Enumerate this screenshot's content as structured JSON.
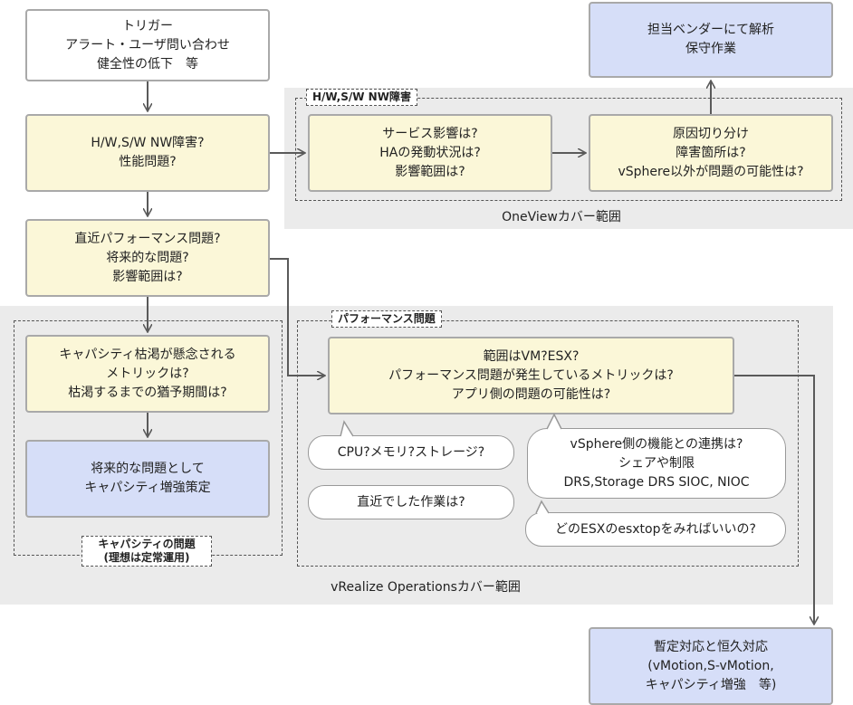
{
  "regions": {
    "oneview": {
      "tag": "H/W,S/W NW障害",
      "caption": "OneViewカバー範囲"
    },
    "vrops": {
      "caption": "vRealize Operationsカバー範囲"
    },
    "capacity": {
      "tag_lines": [
        "キャパシティの問題",
        "(理想は定常運用)"
      ]
    },
    "performance": {
      "tag": "パフォーマンス問題"
    }
  },
  "boxes": {
    "trigger": [
      "トリガー",
      "アラート・ユーザ問い合わせ",
      "健全性の低下　等"
    ],
    "hw_fault": [
      "H/W,S/W NW障害?",
      "性能問題?"
    ],
    "recent_perf": [
      "直近パフォーマンス問題?",
      "将来的な問題?",
      "影響範囲は?"
    ],
    "service_impact": [
      "サービス影響は?",
      "HAの発動状況は?",
      "影響範囲は?"
    ],
    "root_cause": [
      "原因切り分け",
      "障害箇所は?",
      "vSphere以外が問題の可能性は?"
    ],
    "vendor": [
      "担当ベンダーにて解析",
      "保守作業"
    ],
    "capacity_metric": [
      "キャパシティ枯渇が懸念される",
      "メトリックは?",
      "枯渇するまでの猶予期間は?"
    ],
    "capacity_plan": [
      "将来的な問題として",
      "キャパシティ増強策定"
    ],
    "perf_scope": [
      "範囲はVM?ESX?",
      "パフォーマンス問題が発生しているメトリックは?",
      "アプリ側の問題の可能性は?"
    ],
    "workaround": [
      "暫定対応と恒久対応",
      "(vMotion,S-vMotion,",
      "キャパシティ増強　等)"
    ]
  },
  "bubbles": {
    "resource": [
      "CPU?メモリ?ストレージ?"
    ],
    "recent_work": [
      "直近でした作業は?"
    ],
    "vsphere_features": [
      "vSphere側の機能との連携は?",
      "シェアや制限",
      "DRS,Storage DRS SIOC, NIOC"
    ],
    "esxtop": [
      "どのESXのesxtopをみればいいの?"
    ]
  },
  "colors": {
    "yellow_fill": "#fbf7d8",
    "blue_fill": "#d6def8",
    "region_gray": "#ebebeb",
    "arrow": "#5a5a5a"
  }
}
